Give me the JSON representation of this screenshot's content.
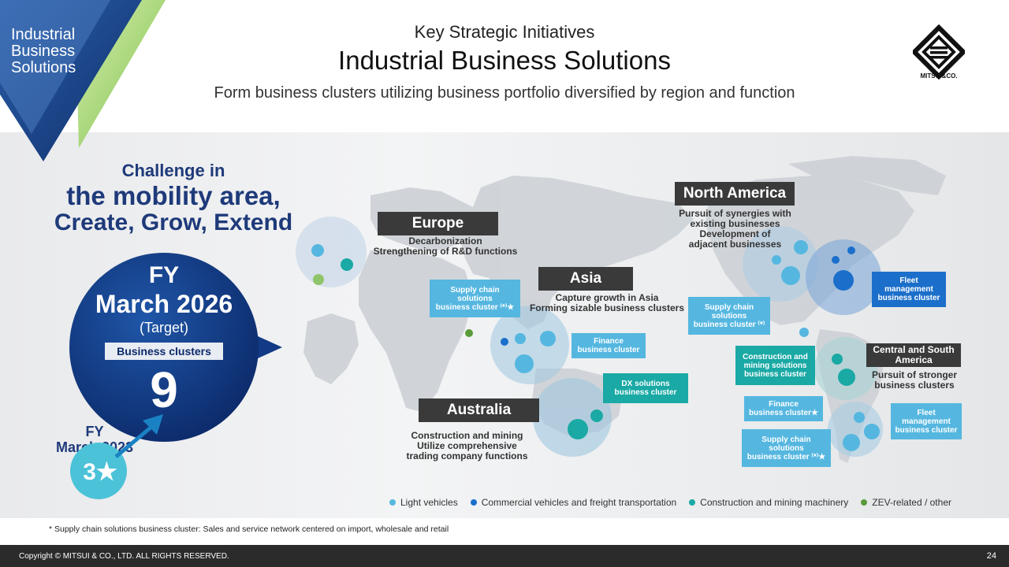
{
  "corner": {
    "label_lines": [
      "Industrial",
      "Business",
      "Solutions"
    ]
  },
  "header": {
    "kicker": "Key Strategic Initiatives",
    "title": "Industrial Business Solutions",
    "subtitle": "Form business clusters utilizing business portfolio diversified by region and function"
  },
  "logo": {
    "text": "MITSUI&CO."
  },
  "challenge": {
    "line1": "Challenge in",
    "line2": "the mobility area,",
    "line3": "Create, Grow, Extend"
  },
  "target": {
    "fy": "FY",
    "year": "March 2026",
    "paren": "(Target)",
    "badge": "Business clusters",
    "value": "9"
  },
  "baseline": {
    "fy": "FY",
    "year": "March 2023",
    "value": "3★"
  },
  "regions": {
    "europe": {
      "name": "Europe",
      "desc1": "Decarbonization",
      "desc2": "Strengthening of R&D functions"
    },
    "asia": {
      "name": "Asia",
      "desc1": "Capture growth in Asia",
      "desc2": "Forming sizable business clusters"
    },
    "australia": {
      "name": "Australia",
      "desc1": "Construction and mining",
      "desc2": "Utilize comprehensive",
      "desc3": "trading company functions"
    },
    "north_america": {
      "name": "North America",
      "desc1": "Pursuit of synergies with",
      "desc2": "existing businesses",
      "desc3": "Development of",
      "desc4": "adjacent businesses"
    },
    "csa": {
      "name1": "Central and South",
      "name2": "America",
      "desc1": "Pursuit of  stronger",
      "desc2": "business clusters"
    }
  },
  "clusters": {
    "europe_supply": [
      "Supply chain",
      "solutions",
      "business cluster ⁽*⁾★"
    ],
    "asia_finance": [
      "Finance",
      "business cluster"
    ],
    "asia_dx": [
      "DX solutions",
      "business cluster"
    ],
    "na_supply": [
      "Supply chain",
      "solutions",
      "business cluster ⁽*⁾"
    ],
    "na_fleet": [
      "Fleet",
      "management",
      "business cluster"
    ],
    "sa_construction": [
      "Construction and",
      "mining solutions",
      "business cluster"
    ],
    "sa_finance": [
      "Finance",
      "business cluster★"
    ],
    "sa_fleet": [
      "Fleet",
      "management",
      "business cluster"
    ],
    "sa_supply": [
      "Supply chain",
      "solutions",
      "business cluster ⁽*⁾★"
    ]
  },
  "legend": [
    {
      "label": "Light vehicles",
      "color": "#55b7e0"
    },
    {
      "label": "Commercial vehicles and freight transportation",
      "color": "#1b6fca"
    },
    {
      "label": "Construction and mining machinery",
      "color": "#1aa9a5"
    },
    {
      "label": "ZEV-related / other",
      "color": "#5a9a3a"
    }
  ],
  "footnote": "* Supply chain solutions business cluster: Sales and service network centered on import, wholesale and retail",
  "footer": {
    "copyright": "Copyright © MITSUI & CO., LTD. ALL RIGHTS RESERVED.",
    "page": "24"
  }
}
